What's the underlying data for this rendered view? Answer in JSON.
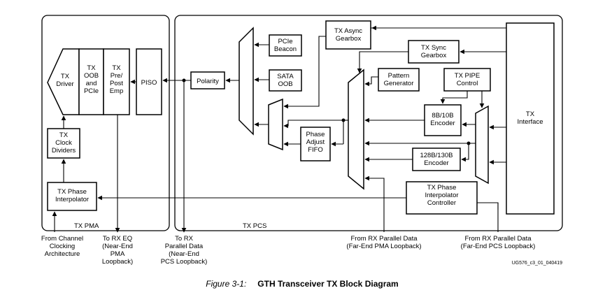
{
  "regions": {
    "pma_label": "TX PMA",
    "pcs_label": "TX PCS"
  },
  "blocks": {
    "tx_driver": [
      "TX",
      "Driver"
    ],
    "tx_oob_pcie": [
      "TX",
      "OOB",
      "and",
      "PCIe"
    ],
    "tx_pre_post_emp": [
      "TX",
      "Pre/",
      "Post",
      "Emp"
    ],
    "piso": [
      "PISO"
    ],
    "tx_clock_dividers": [
      "TX",
      "Clock",
      "Dividers"
    ],
    "tx_phase_interpolator": [
      "TX Phase",
      "Interpolator"
    ],
    "polarity": [
      "Polarity"
    ],
    "pcie_beacon": [
      "PCIe",
      "Beacon"
    ],
    "sata_oob": [
      "SATA",
      "OOB"
    ],
    "phase_adjust_fifo": [
      "Phase",
      "Adjust",
      "FIFO"
    ],
    "tx_async_gearbox": [
      "TX Async",
      "Gearbox"
    ],
    "tx_sync_gearbox": [
      "TX Sync",
      "Gearbox"
    ],
    "pattern_generator": [
      "Pattern",
      "Generator"
    ],
    "tx_pipe_control": [
      "TX PIPE",
      "Control"
    ],
    "encoder_8b10b": [
      "8B/10B",
      "Encoder"
    ],
    "encoder_128b130b": [
      "128B/130B",
      "Encoder"
    ],
    "tx_pi_controller": [
      "TX Phase",
      "Interpolator",
      "Controller"
    ],
    "tx_interface": [
      "TX",
      "Interface"
    ]
  },
  "annotations": {
    "from_channel_clocking": [
      "From Channel",
      "Clocking",
      "Architecture"
    ],
    "to_rx_eq": [
      "To RX EQ",
      "(Near-End",
      "PMA",
      "Loopback)"
    ],
    "to_rx_parallel": [
      "To RX",
      "Parallel Data",
      "(Near-End",
      "PCS Loopback)"
    ],
    "from_rx_far_pma": [
      "From RX Parallel Data",
      "(Far-End PMA Loopback)"
    ],
    "from_rx_far_pcs": [
      "From RX Parallel Data",
      "(Far-End PCS Loopback)"
    ]
  },
  "figure_id": "UG576_c3_01_040419",
  "caption": {
    "label": "Figure 3-1:",
    "title": "GTH Transceiver TX Block Diagram"
  }
}
